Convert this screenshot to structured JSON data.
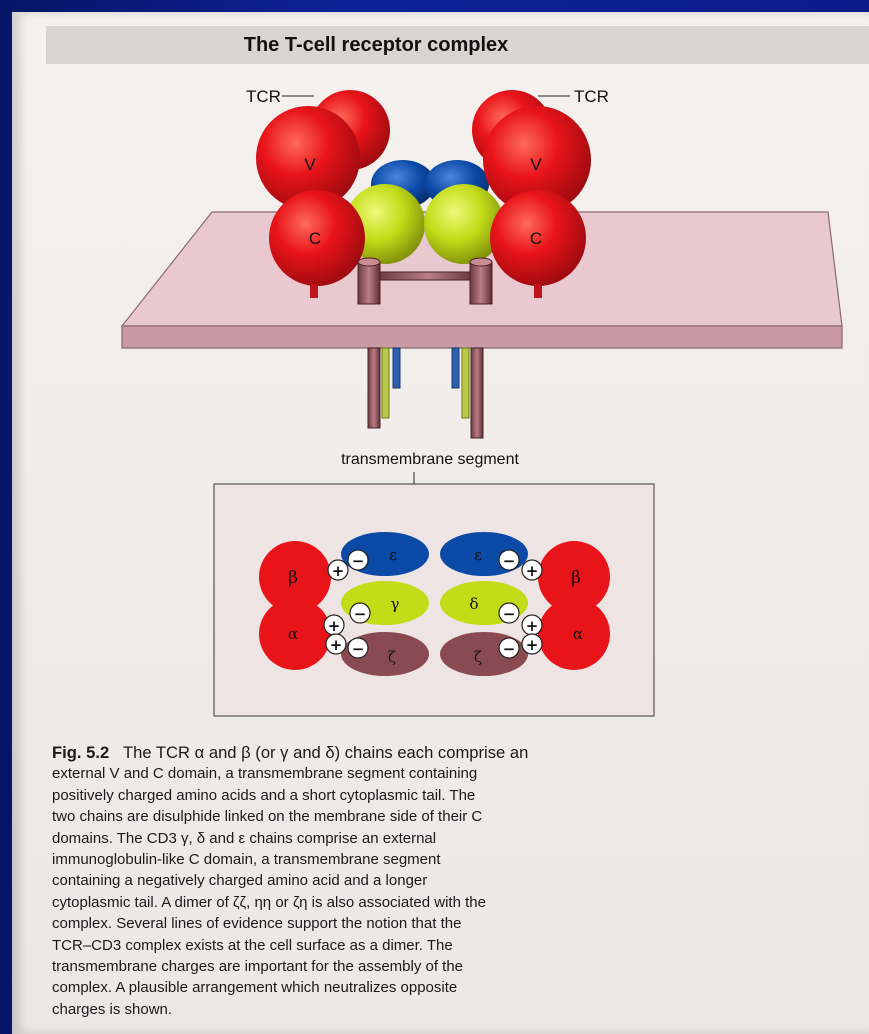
{
  "figure": {
    "title": "The T-cell receptor complex",
    "labels": {
      "tcr_left": "TCR",
      "tcr_right": "TCR",
      "v": "V",
      "c": "C",
      "transmembrane": "transmembrane segment"
    },
    "cross_section": {
      "epsilon": "ε",
      "gamma": "γ",
      "delta": "δ",
      "zeta": "ζ",
      "beta": "β",
      "alpha": "α",
      "plus": "+",
      "minus": "−"
    },
    "colors": {
      "tcr_red": "#e8141a",
      "cd3_epsilon_blue": "#0b4aa6",
      "cd3_gamma_delta_green": "#c2dc18",
      "zeta_brown": "#8a4a52",
      "membrane_pink": "#e9c8cf"
    }
  },
  "caption": {
    "label": "Fig. 5.2",
    "lines": [
      "The TCR α and β (or γ and δ) chains each comprise an",
      "external V and C domain, a transmembrane segment containing",
      "positively charged amino acids and a short cytoplasmic tail. The",
      "two chains are disulphide linked on the membrane side of their C",
      "domains. The CD3 γ, δ and ε chains comprise an external",
      "immunoglobulin-like C domain, a transmembrane segment",
      "containing a negatively charged amino acid and a longer",
      "cytoplasmic tail. A dimer of ζζ, ηη or ζη is also associated with the",
      "complex. Several lines of evidence support the notion that the",
      "TCR–CD3 complex exists at the cell surface as a dimer. The",
      "transmembrane charges are important for the assembly of the",
      "complex. A plausible arrangement which neutralizes opposite",
      "charges is shown."
    ]
  }
}
